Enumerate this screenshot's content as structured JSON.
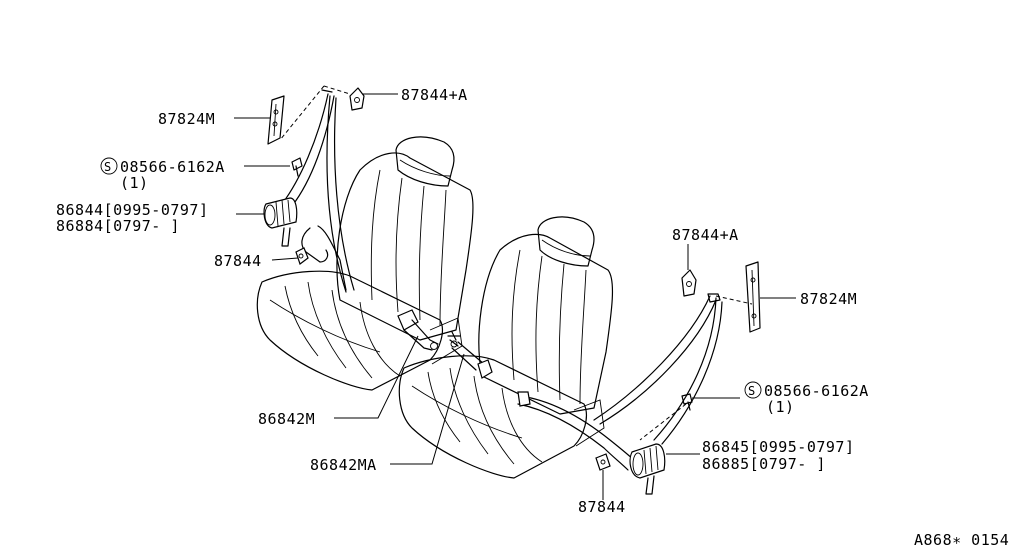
{
  "diagram": {
    "labels": {
      "left_guide": "87824M",
      "left_anchor_cover": "87844+A",
      "left_bolt": "08566-6162A",
      "left_bolt_qty": "(1)",
      "left_retractor_1": "86844[0995-0797]",
      "left_retractor_2": "86884[0797-      ]",
      "left_lower_anchor": "87844",
      "left_buckle": "86842M",
      "right_buckle": "86842MA",
      "right_anchor_cover": "87844+A",
      "right_guide": "87824M",
      "right_bolt": "08566-6162A",
      "right_bolt_qty": "(1)",
      "right_retractor_1": "86845[0995-0797]",
      "right_retractor_2": "86885[0797-      ]",
      "right_lower_anchor": "87844",
      "diagram_code": "A868∗ 0154"
    },
    "screw_symbol": "S"
  }
}
